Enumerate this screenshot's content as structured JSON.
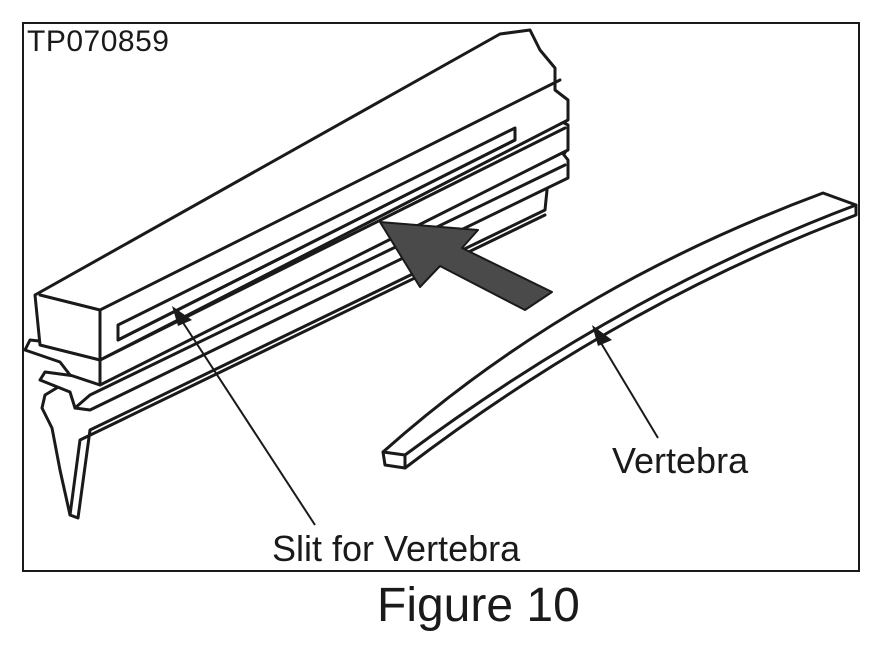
{
  "figure": {
    "reference_code": "TP070859",
    "caption": "Figure 10",
    "callouts": {
      "vertebra": "Vertebra",
      "slit": "Slit for Vertebra"
    },
    "colors": {
      "line": "#1a1a1a",
      "arrow_fill": "#4a4a4a",
      "background": "#ffffff"
    }
  }
}
